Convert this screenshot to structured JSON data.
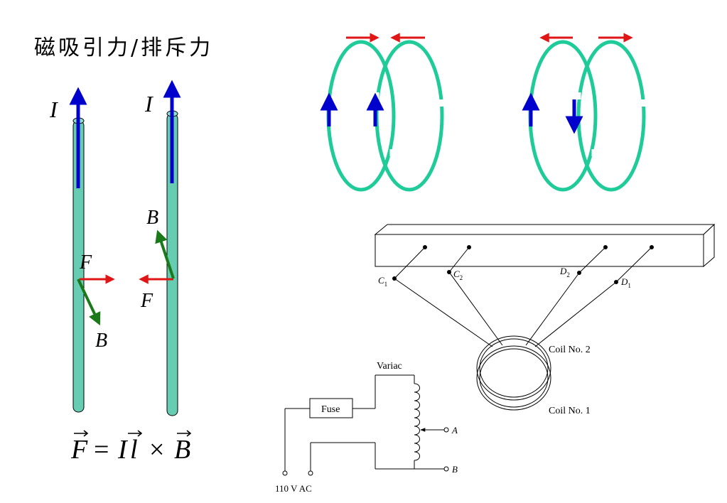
{
  "title": "磁吸引力/排斥力",
  "wires": {
    "left": {
      "current": "I",
      "force": "F",
      "field": "B"
    },
    "right": {
      "current": "I",
      "force": "F",
      "field": "B"
    }
  },
  "formula": {
    "F": "F",
    "eq": "=",
    "I": "I",
    "l": "l",
    "cross": "×",
    "B": "B"
  },
  "apparatus": {
    "c1": "C",
    "c1_sub": "1",
    "c2": "C",
    "c2_sub": "2",
    "d2": "D",
    "d2_sub": "2",
    "d1": "D",
    "d1_sub": "1",
    "coil2": "Coil No. 2",
    "coil1": "Coil No. 1"
  },
  "circuit": {
    "variac": "Variac",
    "fuse": "Fuse",
    "terminal_a": "A",
    "terminal_b": "B",
    "supply": "110 V AC"
  },
  "colors": {
    "wire_fill": "#66ccb2",
    "current_arrow": "#0000cc",
    "force_arrow": "#e01515",
    "field_arrow": "#1a7a1a",
    "loop": "#1fcc99"
  }
}
